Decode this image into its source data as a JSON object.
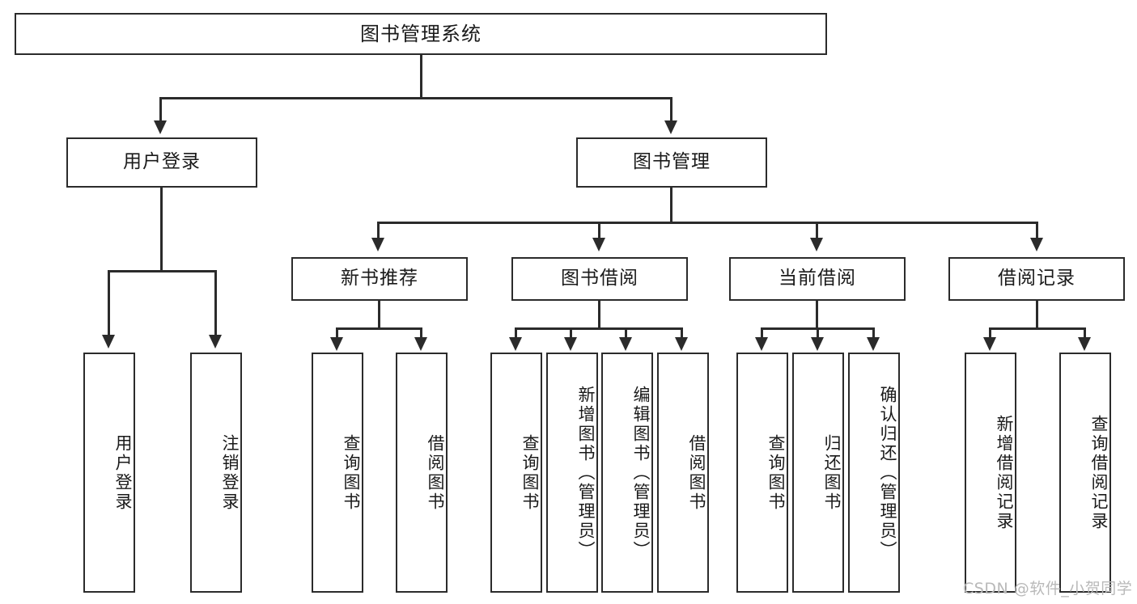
{
  "diagram": {
    "title": "图书管理系统",
    "type": "tree-hierarchy",
    "root": {
      "label": "图书管理系统"
    },
    "level2": [
      {
        "label": "用户登录"
      },
      {
        "label": "图书管理"
      }
    ],
    "level3": [
      {
        "label": "新书推荐"
      },
      {
        "label": "图书借阅"
      },
      {
        "label": "当前借阅"
      },
      {
        "label": "借阅记录"
      }
    ],
    "leaves": {
      "user_login": [
        {
          "label": "用户登录"
        },
        {
          "label": "注销登录"
        }
      ],
      "new_book_recommend": [
        {
          "label": "查询图书"
        },
        {
          "label": "借阅图书"
        }
      ],
      "book_borrow": [
        {
          "label": "查询图书"
        },
        {
          "label": "新增图书（管理员）"
        },
        {
          "label": "编辑图书（管理员）"
        },
        {
          "label": "借阅图书"
        }
      ],
      "current_borrow": [
        {
          "label": "查询图书"
        },
        {
          "label": "归还图书"
        },
        {
          "label": "确认归还（管理员）"
        }
      ],
      "borrow_record": [
        {
          "label": "新增借阅记录"
        },
        {
          "label": "查询借阅记录"
        }
      ]
    }
  },
  "watermark": {
    "text": "CSDN @软件_小贺同学"
  },
  "colors": {
    "stroke": "#2b2b2b",
    "text": "#1a1a1a",
    "background": "#ffffff",
    "watermark": "#b9b9b9"
  }
}
